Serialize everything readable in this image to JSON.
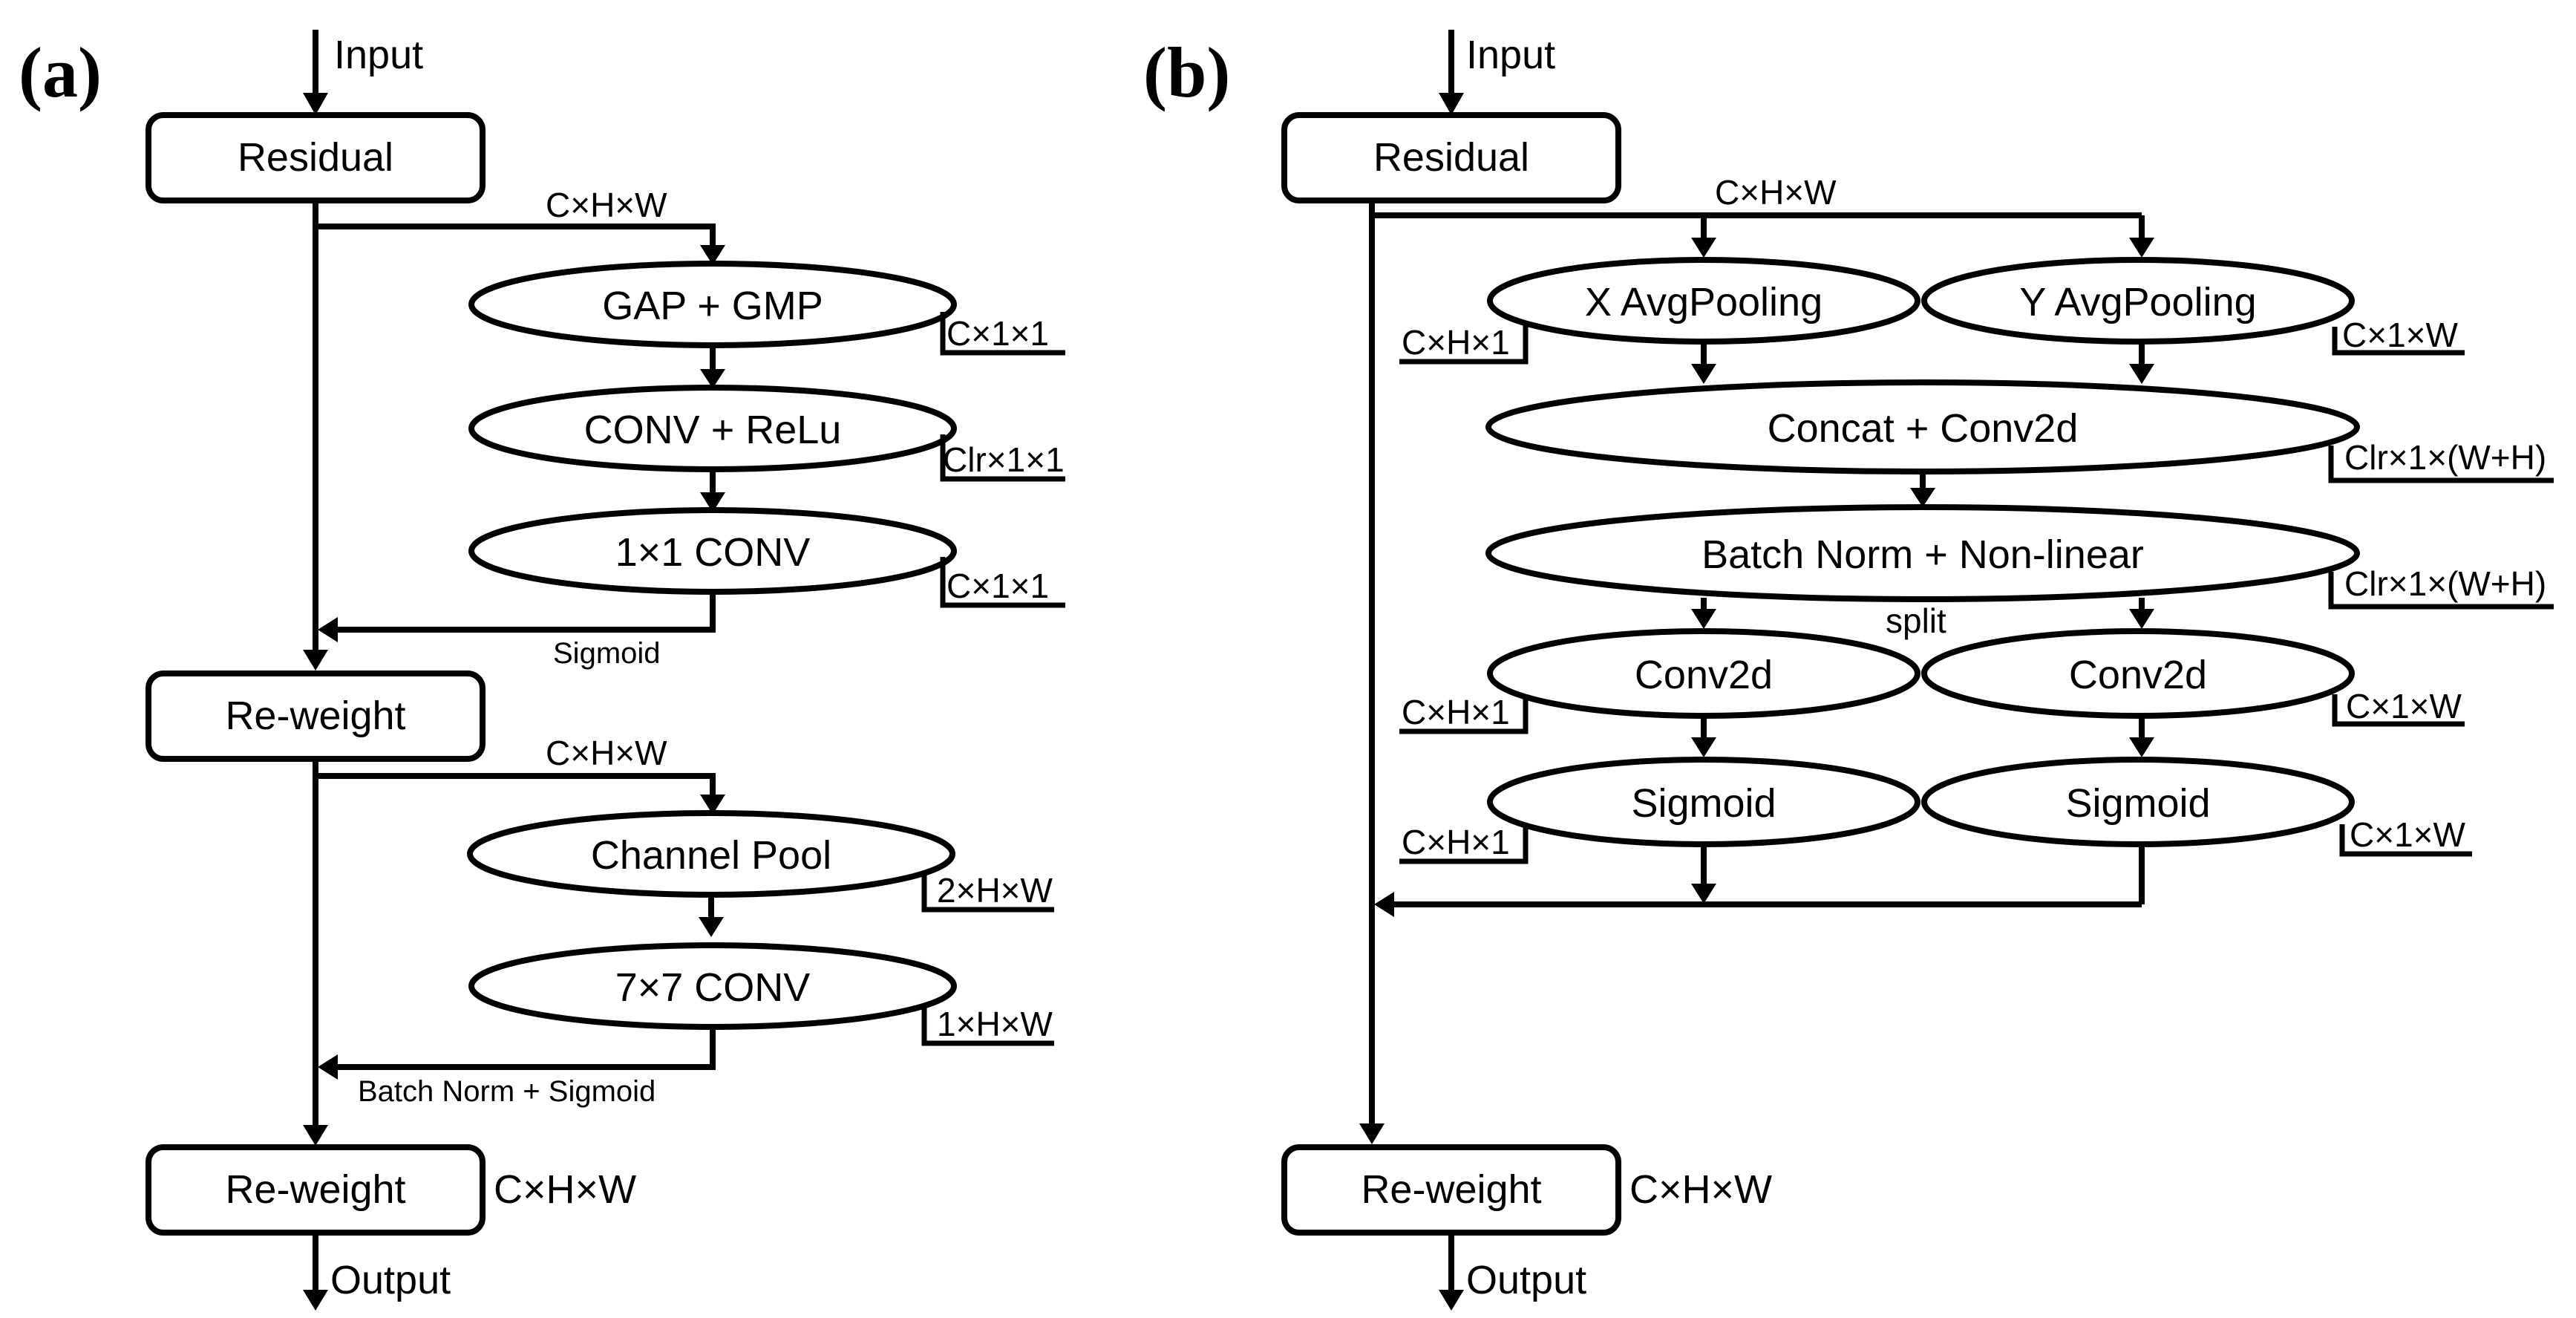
{
  "panel_a": {
    "label": "(a)",
    "input": "Input",
    "output": "Output",
    "residual": "Residual",
    "reweight1": "Re-weight",
    "reweight2": "Re-weight",
    "gap_gmp": "GAP + GMP",
    "conv_relu": "CONV + ReLu",
    "conv_1x1": "1×1 CONV",
    "channel_pool": "Channel Pool",
    "conv_7x7": "7×7 CONV",
    "dim_chw_1": "C×H×W",
    "dim_c11_1": "C×1×1",
    "dim_clr11": "Clr×1×1",
    "dim_c11_2": "C×1×1",
    "sigmoid": "Sigmoid",
    "dim_chw_2": "C×H×W",
    "dim_2hw": "2×H×W",
    "dim_1hw": "1×H×W",
    "bn_sigmoid": "Batch Norm  + Sigmoid",
    "dim_chw_out": "C×H×W"
  },
  "panel_b": {
    "label": "(b)",
    "input": "Input",
    "output": "Output",
    "residual": "Residual",
    "reweight": "Re-weight",
    "x_avgpool": "X AvgPooling",
    "y_avgpool": "Y AvgPooling",
    "concat_conv": "Concat + Conv2d",
    "bn_nonlinear": "Batch Norm + Non-linear",
    "conv2d_left": "Conv2d",
    "conv2d_right": "Conv2d",
    "sigmoid_left": "Sigmoid",
    "sigmoid_right": "Sigmoid",
    "split": "split",
    "dim_chw_top": "C×H×W",
    "dim_ch1_1": "C×H×1",
    "dim_c1w_1": "C×1×W",
    "dim_clr_wh_1": "Clr×1×(W+H)",
    "dim_clr_wh_2": "Clr×1×(W+H)",
    "dim_ch1_2": "C×H×1",
    "dim_c1w_2": "C×1×W",
    "dim_ch1_3": "C×H×1",
    "dim_c1w_3": "C×1×W",
    "dim_chw_out": "C×H×W"
  }
}
